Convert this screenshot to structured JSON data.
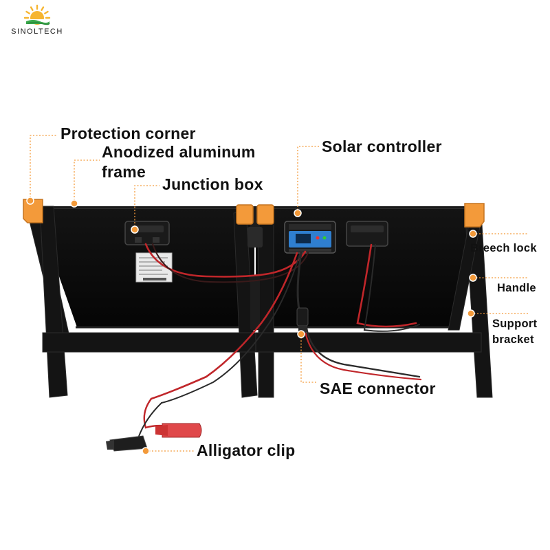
{
  "brand": {
    "logo_text": "SINOLTECH"
  },
  "colors": {
    "accent": "#f39a3a",
    "frame": "#161616",
    "panel": "#0b0b0b",
    "controller_screen": "#2f7fd0",
    "cable_red": "#c0262a",
    "clip_red": "#e0484a"
  },
  "labels": {
    "protection_corner": "Protection corner",
    "aluminum_frame_line1": "Anodized aluminum",
    "aluminum_frame_line2": "frame",
    "junction_box": "Junction box",
    "solar_controller": "Solar controller",
    "breech_lock": "Breech lock",
    "handle": "Handle",
    "support_bracket_line1": "Support",
    "support_bracket_line2": "bracket",
    "sae_connector": "SAE connector",
    "alligator_clip": "Alligator clip"
  }
}
